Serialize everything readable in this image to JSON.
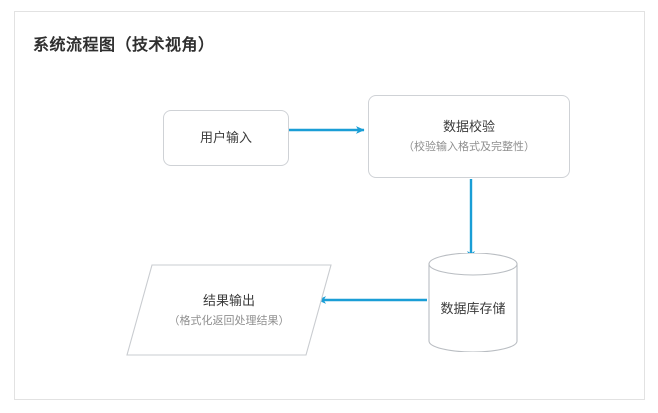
{
  "page": {
    "title": "系统流程图（技术视角）",
    "background_color": "#ffffff",
    "panel_border_color": "#e2e2e2"
  },
  "theme": {
    "arrow_color": "#1a9ed6",
    "node_border_color": "#cfd2d6",
    "label_color": "#3b3b3b",
    "sublabel_color": "#8f8f8f",
    "title_color": "#2f2f2f"
  },
  "diagram": {
    "type": "flowchart",
    "nodes": [
      {
        "id": "input",
        "shape": "rounded-rectangle",
        "label": "用户输入",
        "sublabel": ""
      },
      {
        "id": "validate",
        "shape": "rounded-rectangle",
        "label": "数据校验",
        "sublabel": "（校验输入格式及完整性）"
      },
      {
        "id": "database",
        "shape": "cylinder",
        "label": "数据库存储",
        "sublabel": ""
      },
      {
        "id": "output",
        "shape": "parallelogram",
        "label": "结果输出",
        "sublabel": "（格式化返回处理结果）"
      }
    ],
    "edges": [
      {
        "id": "edge-input-validate",
        "from": "input",
        "to": "validate",
        "direction": "right",
        "label": ""
      },
      {
        "id": "edge-validate-database",
        "from": "validate",
        "to": "database",
        "direction": "down",
        "label": ""
      },
      {
        "id": "edge-database-output",
        "from": "database",
        "to": "output",
        "direction": "left",
        "label": ""
      }
    ]
  }
}
